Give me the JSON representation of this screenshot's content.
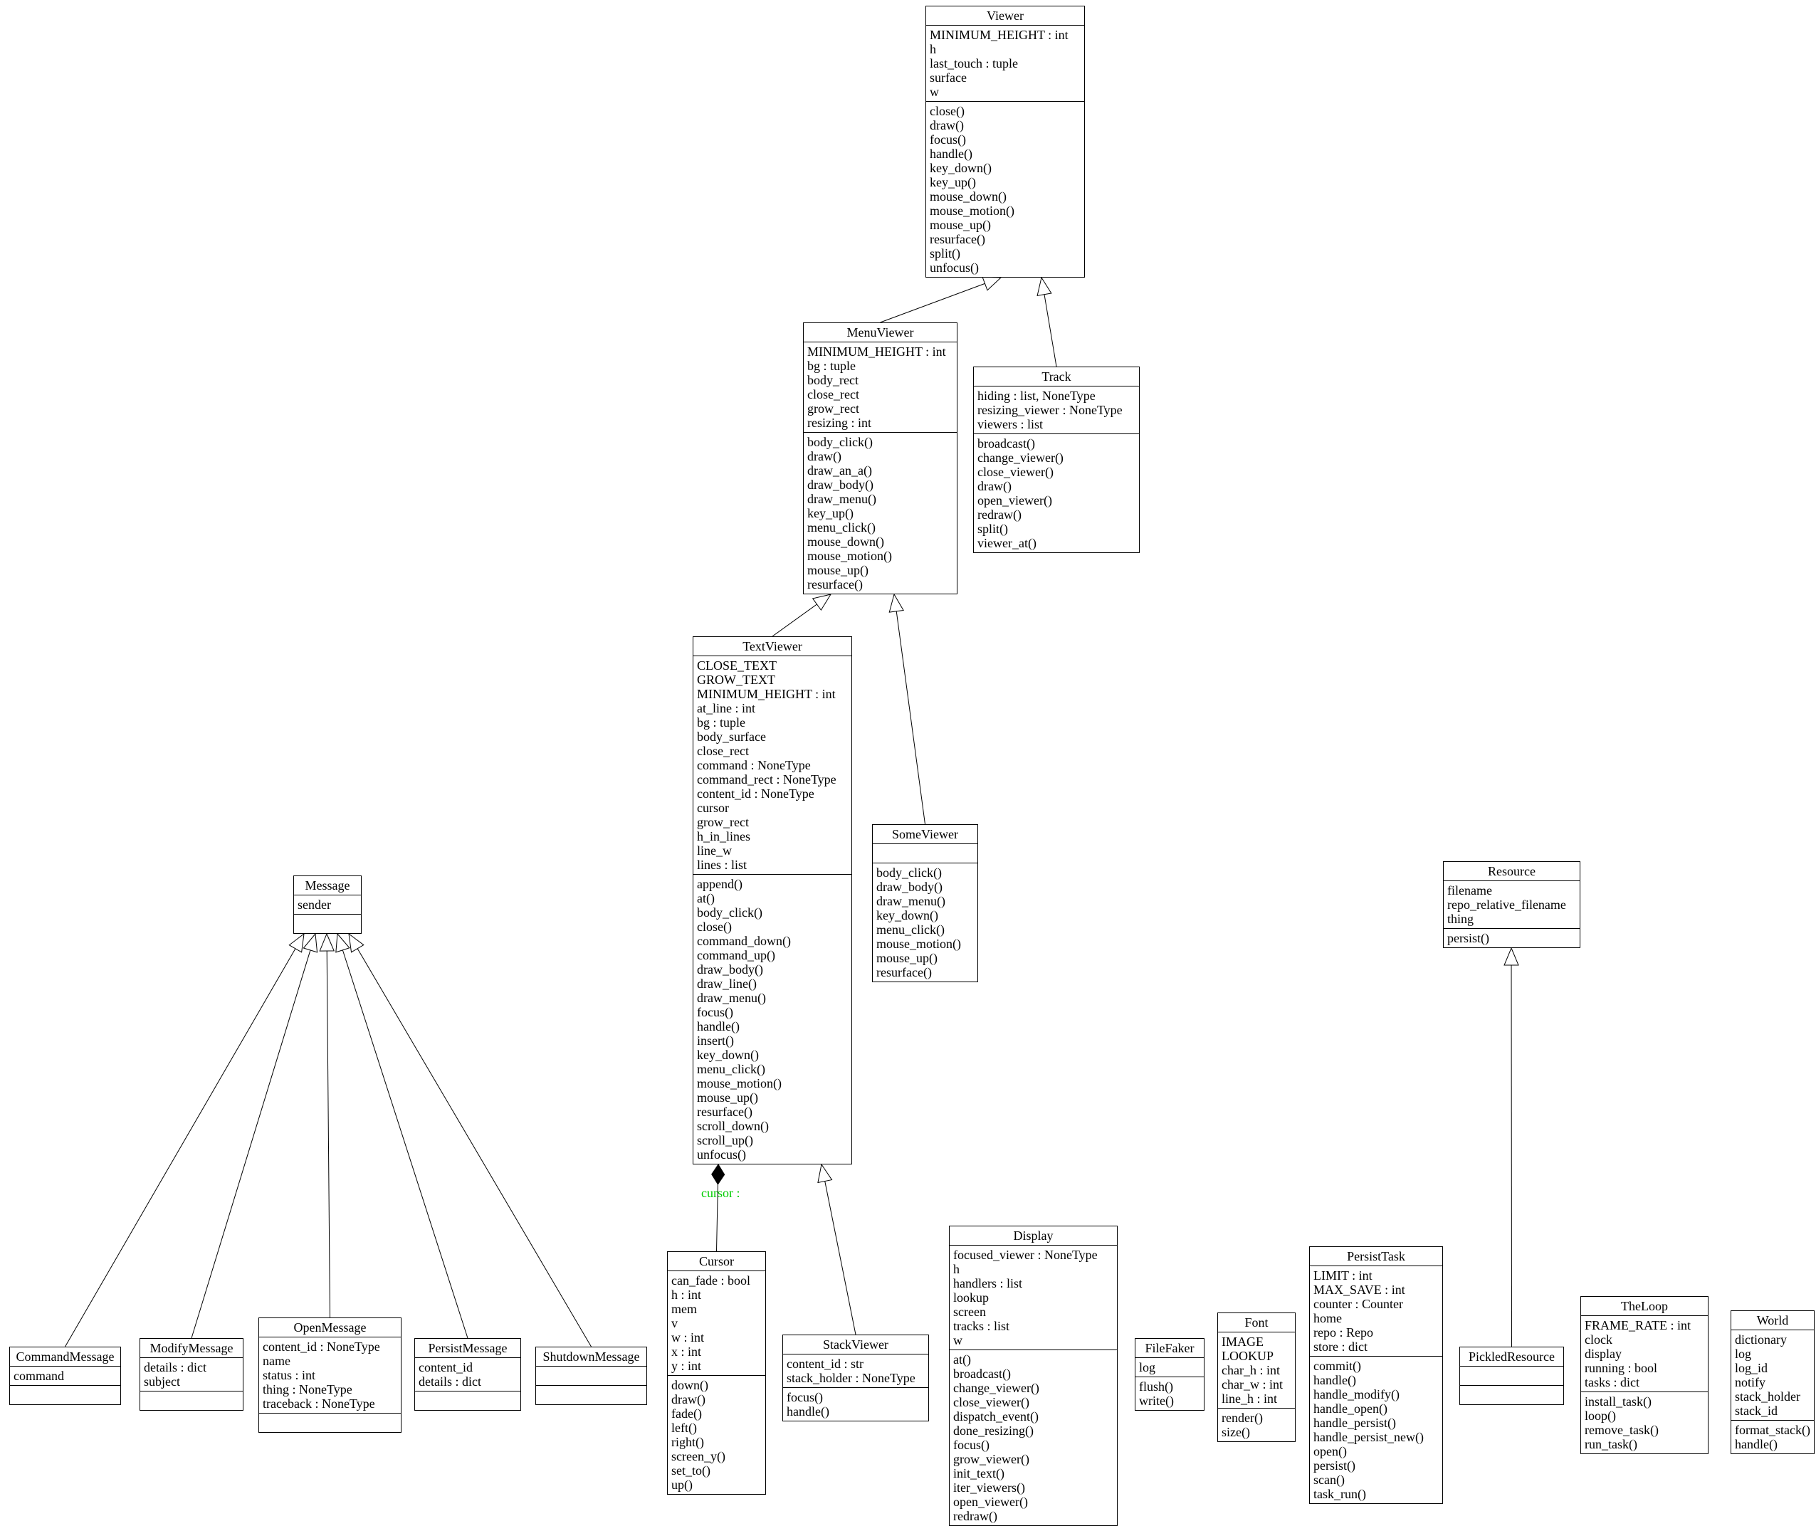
{
  "diagram": {
    "classes": [
      {
        "name": "Viewer",
        "attributes": [
          "MINIMUM_HEIGHT : int",
          "h",
          "last_touch : tuple",
          "surface",
          "w"
        ],
        "methods": [
          "close()",
          "draw()",
          "focus()",
          "handle()",
          "key_down()",
          "key_up()",
          "mouse_down()",
          "mouse_motion()",
          "mouse_up()",
          "resurface()",
          "split()",
          "unfocus()"
        ]
      },
      {
        "name": "MenuViewer",
        "attributes": [
          "MINIMUM_HEIGHT : int",
          "bg : tuple",
          "body_rect",
          "close_rect",
          "grow_rect",
          "resizing : int"
        ],
        "methods": [
          "body_click()",
          "draw()",
          "draw_an_a()",
          "draw_body()",
          "draw_menu()",
          "key_up()",
          "menu_click()",
          "mouse_down()",
          "mouse_motion()",
          "mouse_up()",
          "resurface()"
        ]
      },
      {
        "name": "Track",
        "attributes": [
          "hiding : list, NoneType",
          "resizing_viewer : NoneType",
          "viewers : list"
        ],
        "methods": [
          "broadcast()",
          "change_viewer()",
          "close_viewer()",
          "draw()",
          "open_viewer()",
          "redraw()",
          "split()",
          "viewer_at()"
        ]
      },
      {
        "name": "TextViewer",
        "attributes": [
          "CLOSE_TEXT",
          "GROW_TEXT",
          "MINIMUM_HEIGHT : int",
          "at_line : int",
          "bg : tuple",
          "body_surface",
          "close_rect",
          "command : NoneType",
          "command_rect : NoneType",
          "content_id : NoneType",
          "cursor",
          "grow_rect",
          "h_in_lines",
          "line_w",
          "lines : list"
        ],
        "methods": [
          "append()",
          "at()",
          "body_click()",
          "close()",
          "command_down()",
          "command_up()",
          "draw_body()",
          "draw_line()",
          "draw_menu()",
          "focus()",
          "handle()",
          "insert()",
          "key_down()",
          "menu_click()",
          "mouse_motion()",
          "mouse_up()",
          "resurface()",
          "scroll_down()",
          "scroll_up()",
          "unfocus()"
        ]
      },
      {
        "name": "SomeViewer",
        "attributes": [],
        "methods": [
          "body_click()",
          "draw_body()",
          "draw_menu()",
          "key_down()",
          "menu_click()",
          "mouse_motion()",
          "mouse_up()",
          "resurface()"
        ]
      },
      {
        "name": "Message",
        "attributes": [
          "sender"
        ],
        "methods": []
      },
      {
        "name": "CommandMessage",
        "attributes": [
          "command"
        ],
        "methods": []
      },
      {
        "name": "ModifyMessage",
        "attributes": [
          "details : dict",
          "subject"
        ],
        "methods": []
      },
      {
        "name": "OpenMessage",
        "attributes": [
          "content_id : NoneType",
          "name",
          "status : int",
          "thing : NoneType",
          "traceback : NoneType"
        ],
        "methods": []
      },
      {
        "name": "PersistMessage",
        "attributes": [
          "content_id",
          "details : dict"
        ],
        "methods": []
      },
      {
        "name": "ShutdownMessage",
        "attributes": [],
        "methods": []
      },
      {
        "name": "Cursor",
        "attributes": [
          "can_fade : bool",
          "h : int",
          "mem",
          "v",
          "w : int",
          "x : int",
          "y : int"
        ],
        "methods": [
          "down()",
          "draw()",
          "fade()",
          "left()",
          "right()",
          "screen_y()",
          "set_to()",
          "up()"
        ]
      },
      {
        "name": "StackViewer",
        "attributes": [
          "content_id : str",
          "stack_holder : NoneType"
        ],
        "methods": [
          "focus()",
          "handle()"
        ]
      },
      {
        "name": "Display",
        "attributes": [
          "focused_viewer : NoneType",
          "h",
          "handlers : list",
          "lookup",
          "screen",
          "tracks : list",
          "w"
        ],
        "methods": [
          "at()",
          "broadcast()",
          "change_viewer()",
          "close_viewer()",
          "dispatch_event()",
          "done_resizing()",
          "focus()",
          "grow_viewer()",
          "init_text()",
          "iter_viewers()",
          "open_viewer()",
          "redraw()"
        ]
      },
      {
        "name": "FileFaker",
        "attributes": [
          "log"
        ],
        "methods": [
          "flush()",
          "write()"
        ]
      },
      {
        "name": "Font",
        "attributes": [
          "IMAGE",
          "LOOKUP",
          "char_h : int",
          "char_w : int",
          "line_h : int"
        ],
        "methods": [
          "render()",
          "size()"
        ]
      },
      {
        "name": "PersistTask",
        "attributes": [
          "LIMIT : int",
          "MAX_SAVE : int",
          "counter : Counter",
          "home",
          "repo : Repo",
          "store : dict"
        ],
        "methods": [
          "commit()",
          "handle()",
          "handle_modify()",
          "handle_open()",
          "handle_persist()",
          "handle_persist_new()",
          "open()",
          "persist()",
          "scan()",
          "task_run()"
        ]
      },
      {
        "name": "Resource",
        "attributes": [
          "filename",
          "repo_relative_filename",
          "thing"
        ],
        "methods": [
          "persist()"
        ]
      },
      {
        "name": "PickledResource",
        "attributes": [],
        "methods": []
      },
      {
        "name": "TheLoop",
        "attributes": [
          "FRAME_RATE : int",
          "clock",
          "display",
          "running : bool",
          "tasks : dict"
        ],
        "methods": [
          "install_task()",
          "loop()",
          "remove_task()",
          "run_task()"
        ]
      },
      {
        "name": "World",
        "attributes": [
          "dictionary",
          "log",
          "log_id",
          "notify",
          "stack_holder",
          "stack_id"
        ],
        "methods": [
          "format_stack()",
          "handle()"
        ]
      }
    ],
    "relationships": [
      {
        "from": "MenuViewer",
        "to": "Viewer",
        "type": "inheritance"
      },
      {
        "from": "Track",
        "to": "Viewer",
        "type": "inheritance"
      },
      {
        "from": "TextViewer",
        "to": "MenuViewer",
        "type": "inheritance"
      },
      {
        "from": "SomeViewer",
        "to": "MenuViewer",
        "type": "inheritance"
      },
      {
        "from": "StackViewer",
        "to": "TextViewer",
        "type": "inheritance"
      },
      {
        "from": "Cursor",
        "to": "TextViewer",
        "type": "composition",
        "label": "cursor :"
      },
      {
        "from": "CommandMessage",
        "to": "Message",
        "type": "inheritance"
      },
      {
        "from": "ModifyMessage",
        "to": "Message",
        "type": "inheritance"
      },
      {
        "from": "OpenMessage",
        "to": "Message",
        "type": "inheritance"
      },
      {
        "from": "PersistMessage",
        "to": "Message",
        "type": "inheritance"
      },
      {
        "from": "ShutdownMessage",
        "to": "Message",
        "type": "inheritance"
      },
      {
        "from": "PickledResource",
        "to": "Resource",
        "type": "inheritance"
      }
    ],
    "colors": {
      "association_label": "#00cc00",
      "box_border": "#000000",
      "background": "#ffffff"
    }
  }
}
